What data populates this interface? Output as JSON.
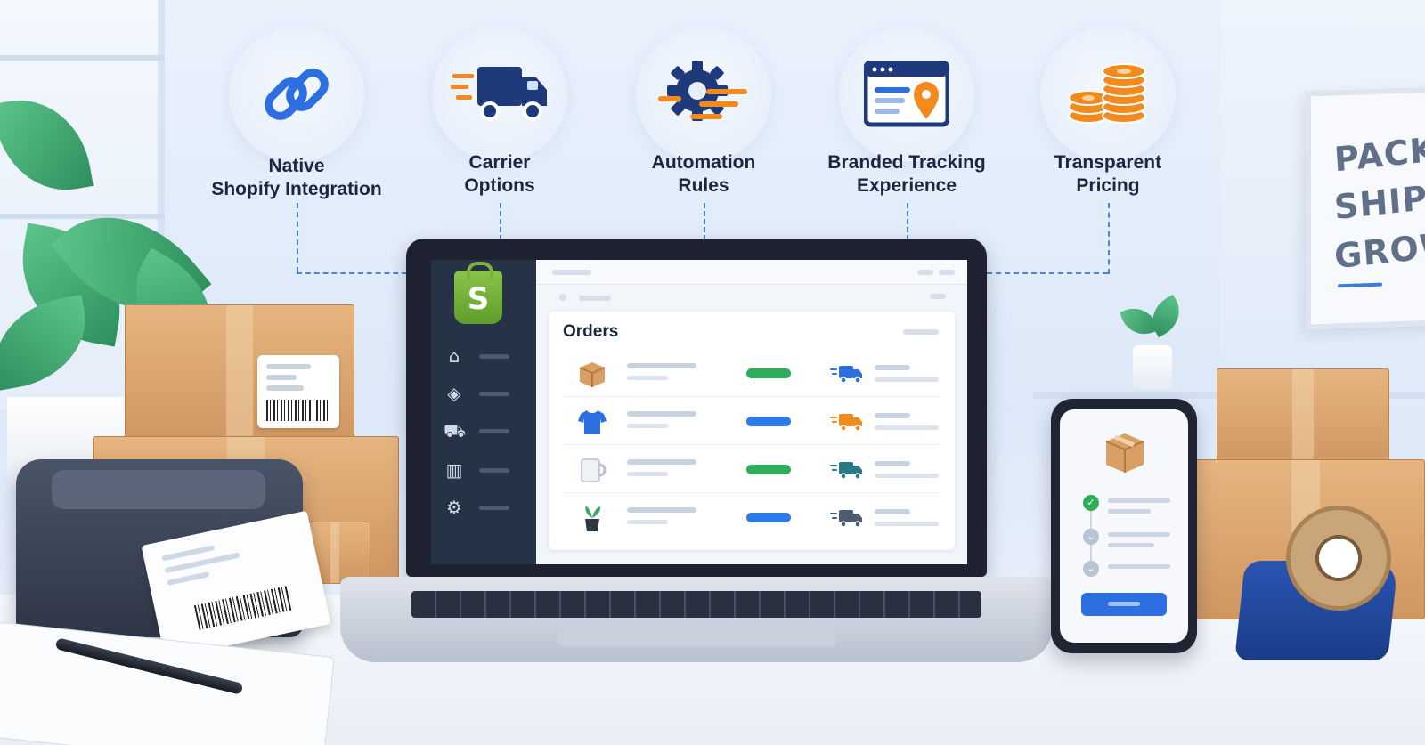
{
  "features": [
    {
      "label_line1": "Native",
      "label_line2": "Shopify Integration",
      "icon": "chain-link-icon"
    },
    {
      "label_line1": "Carrier",
      "label_line2": "Options",
      "icon": "delivery-truck-icon"
    },
    {
      "label_line1": "Automation",
      "label_line2": "Rules",
      "icon": "gear-icon"
    },
    {
      "label_line1": "Branded Tracking",
      "label_line2": "Experience",
      "icon": "browser-location-icon"
    },
    {
      "label_line1": "Transparent",
      "label_line2": "Pricing",
      "icon": "coin-stack-icon"
    }
  ],
  "sign": {
    "line1": "PACK",
    "line2": "SHIP",
    "line3": "GROW"
  },
  "laptop": {
    "logo_letter": "S",
    "orders_title": "Orders",
    "nav_icons": [
      "home-icon",
      "tag-icon",
      "cart-icon",
      "bar-chart-icon",
      "gear-icon"
    ],
    "rows": [
      {
        "product": "box-icon",
        "status_color": "#2eae5b",
        "truck_color": "#2d6fe0"
      },
      {
        "product": "tshirt-icon",
        "status_color": "#2d7be6",
        "truck_color": "#f28a1e"
      },
      {
        "product": "mug-icon",
        "status_color": "#2eae5b",
        "truck_color": "#2a7a86"
      },
      {
        "product": "plant-icon",
        "status_color": "#2d7be6",
        "truck_color": "#4f5b70"
      }
    ]
  },
  "colors": {
    "accent_blue": "#2d6fe0",
    "accent_orange": "#f28a1e",
    "shopify_green": "#7db23c",
    "dark_navy": "#1f3a7a"
  }
}
